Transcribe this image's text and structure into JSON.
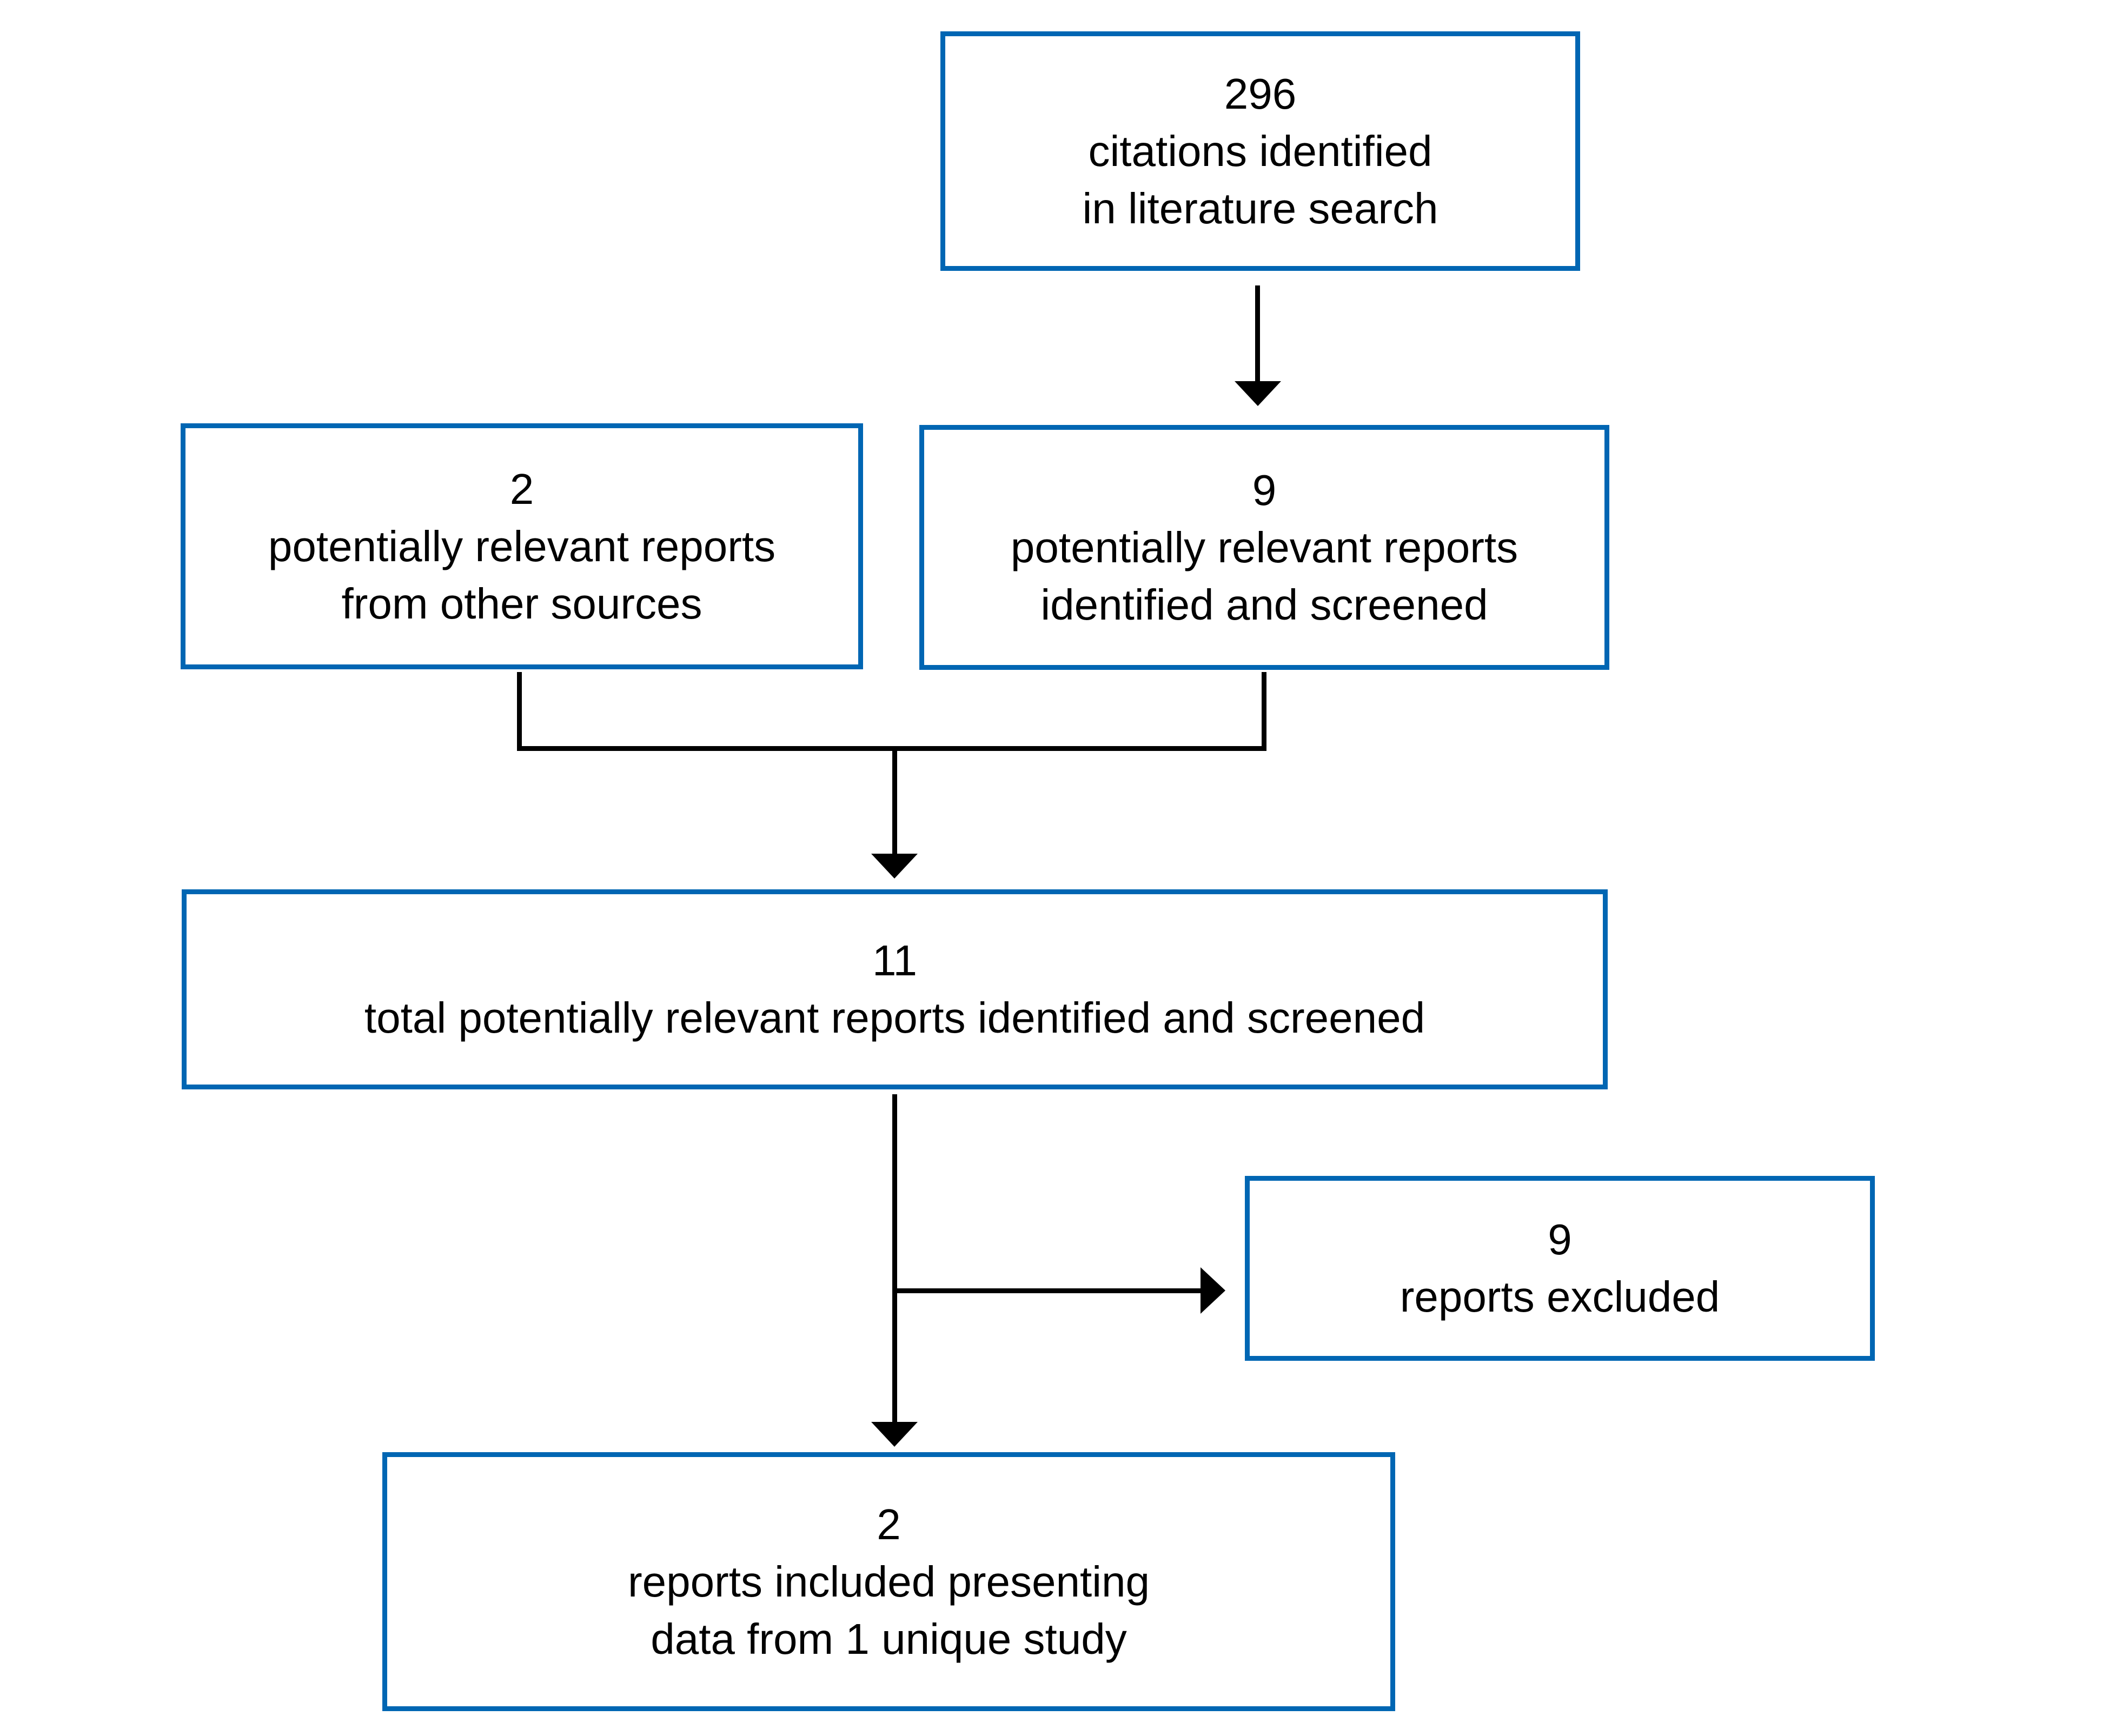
{
  "diagram": {
    "type": "flowchart",
    "subject": "literature screening flow",
    "colors": {
      "box_border": "#0066b3",
      "connector": "#000000",
      "background": "#ffffff",
      "text": "#000000"
    },
    "boxes": {
      "citations": {
        "lines": [
          "296",
          "citations identified",
          "in literature search"
        ]
      },
      "other_sources": {
        "lines": [
          "2",
          "potentially relevant reports",
          "from other sources"
        ]
      },
      "screened": {
        "lines": [
          "9",
          "potentially relevant reports",
          "identified and screened"
        ]
      },
      "total": {
        "lines": [
          "11",
          "total potentially relevant reports identified and screened"
        ]
      },
      "excluded": {
        "lines": [
          "9",
          "reports excluded"
        ]
      },
      "included": {
        "lines": [
          "2",
          "reports included presenting",
          "data from 1 unique study"
        ]
      }
    },
    "edges": [
      {
        "from": "citations",
        "to": "screened"
      },
      {
        "from": "other_sources",
        "to": "total"
      },
      {
        "from": "screened",
        "to": "total"
      },
      {
        "from": "total",
        "to": "excluded"
      },
      {
        "from": "total",
        "to": "included"
      }
    ]
  }
}
